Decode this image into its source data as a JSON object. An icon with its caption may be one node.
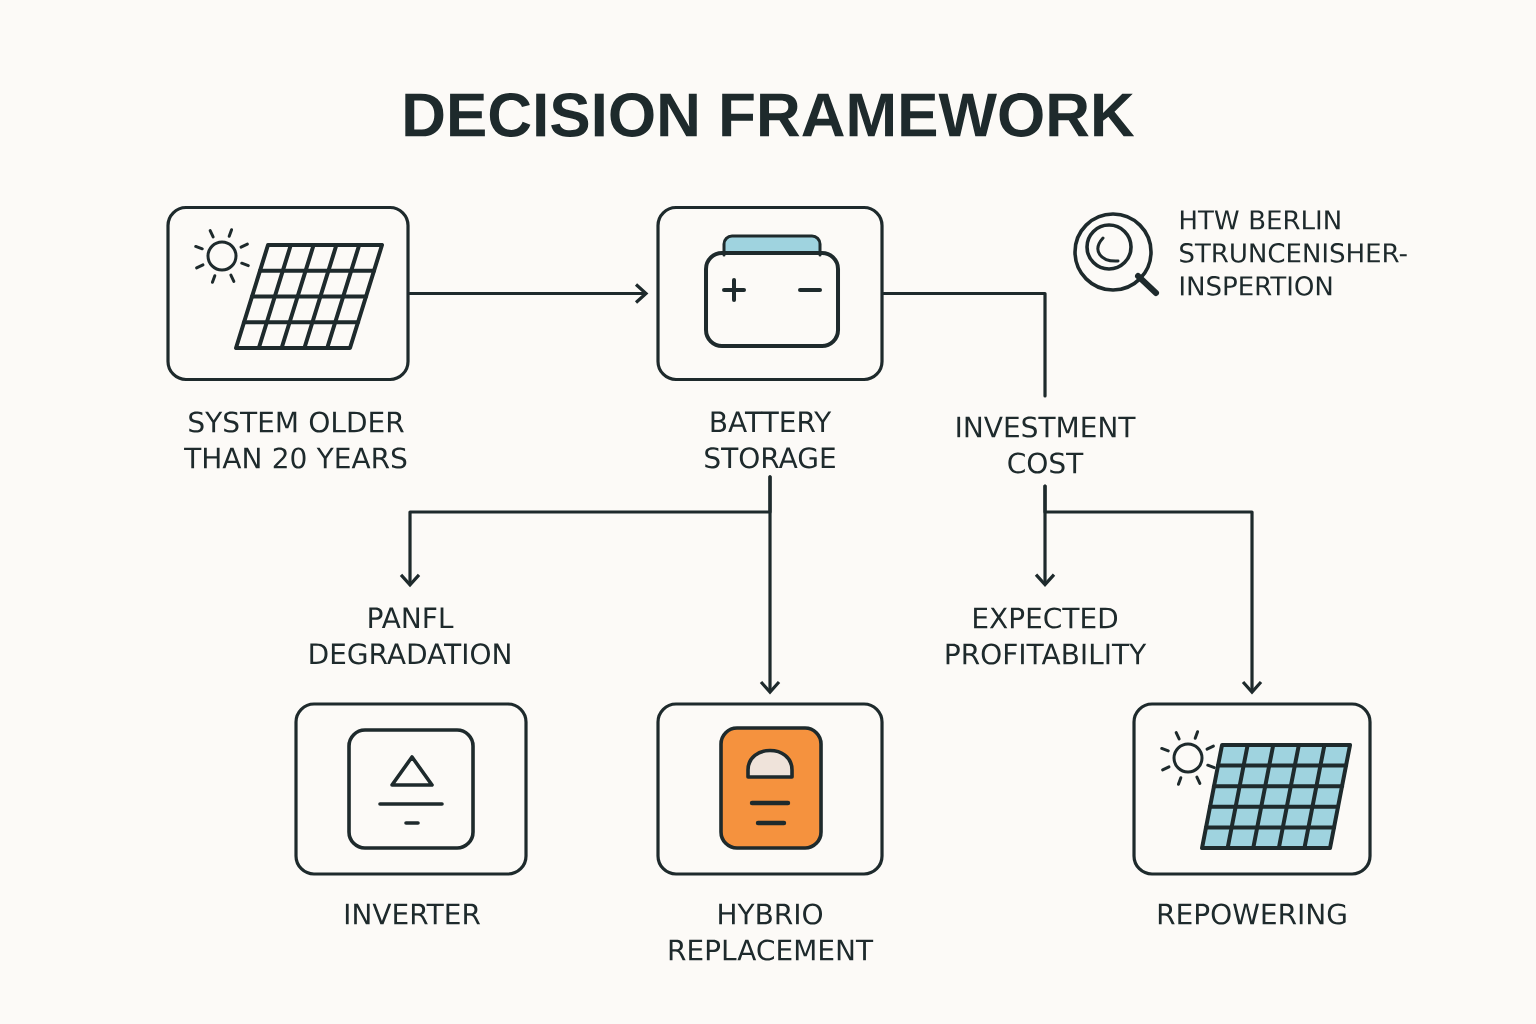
{
  "diagram": {
    "title": "DECISION FRAMEWORK",
    "nodes": [
      {
        "text": [
          "SYSTEM OLDER THAN 20 YEARS"
        ]
      },
      {
        "text": [
          "BATTERY STORAGE"
        ]
      },
      {
        "text": [
          "INVESTMENT COST"
        ]
      },
      {
        "text": [
          "PANFL DEGRADATION"
        ]
      },
      {
        "text": [
          "EXPECTED PROFITABILITY"
        ]
      },
      {
        "text": [
          "INVERTER"
        ]
      },
      {
        "text": [
          "HYBRIO REPLACEMENT"
        ]
      },
      {
        "text": [
          "REPOWERING"
        ]
      }
    ],
    "edges": [
      {
        "from": 0,
        "to": 1,
        "arrow": "to"
      },
      {
        "from": 1,
        "to": 2,
        "arrow": "none"
      },
      {
        "from": 1,
        "to": 3,
        "arrow": "to"
      },
      {
        "from": 1,
        "to": 6,
        "arrow": "to"
      },
      {
        "from": 2,
        "to": 4,
        "arrow": "to"
      },
      {
        "from": 2,
        "to": 7,
        "arrow": "to"
      }
    ],
    "labels": [
      "HTW BERLIN STRUNCENISHER- INSPERTION"
    ]
  }
}
